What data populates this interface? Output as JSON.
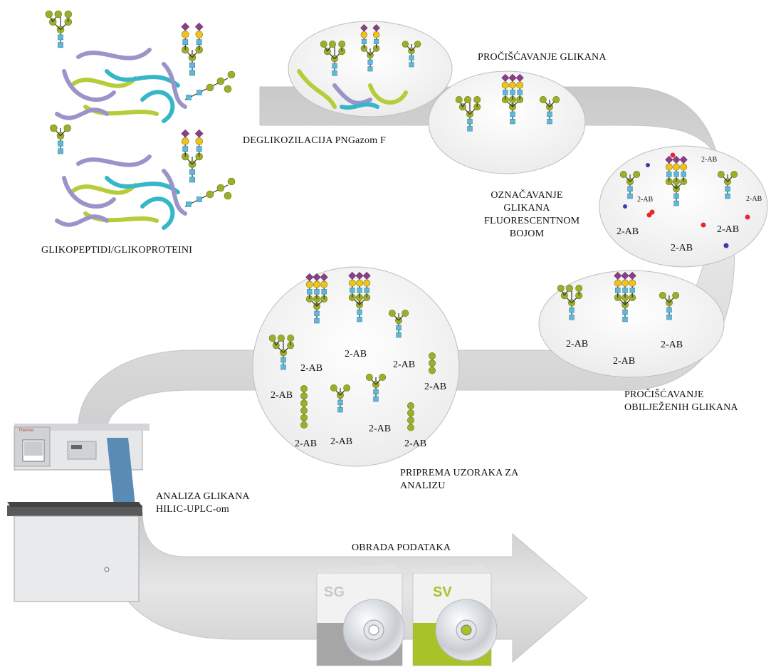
{
  "labels": {
    "glycopeptides": "GLIKOPEPTIDI/GLIKOPROTEINI",
    "deglycosylation": "DEGLIKOZILACIJA PNGazom F",
    "purification": "PROČIŠĆAVANJE GLIKANA",
    "labeling": [
      "OZNAČAVANJE",
      "GLIKANA",
      "FLUORESCENTNOM",
      "BOJOM"
    ],
    "labeled_purification": [
      "PROČIŠĆAVANJE",
      "OBILJEŽENIH GLIKANA"
    ],
    "sample_prep": [
      "PRIPREMA UZORAKA ZA",
      "ANALIZU"
    ],
    "analysis": [
      "ANALIZA GLIKANA",
      "HILIC-UPLC-om"
    ],
    "data_processing": "OBRADA PODATAKA"
  },
  "tag": "2-AB",
  "instrument_brand": "Thermo",
  "software": [
    {
      "code": "SG",
      "color": "#9a9a9a"
    },
    {
      "code": "SV",
      "color": "#a8c22a"
    }
  ],
  "colors": {
    "glcnac": "#5fb8d8",
    "mannose_galactose": "#9cae2a",
    "galactose": "#f2c21b",
    "sialic": "#8a3f8a",
    "arrow": "#d9d9d9",
    "dye_red": "#e8262b",
    "dye_blue": "#3a3aa8"
  }
}
